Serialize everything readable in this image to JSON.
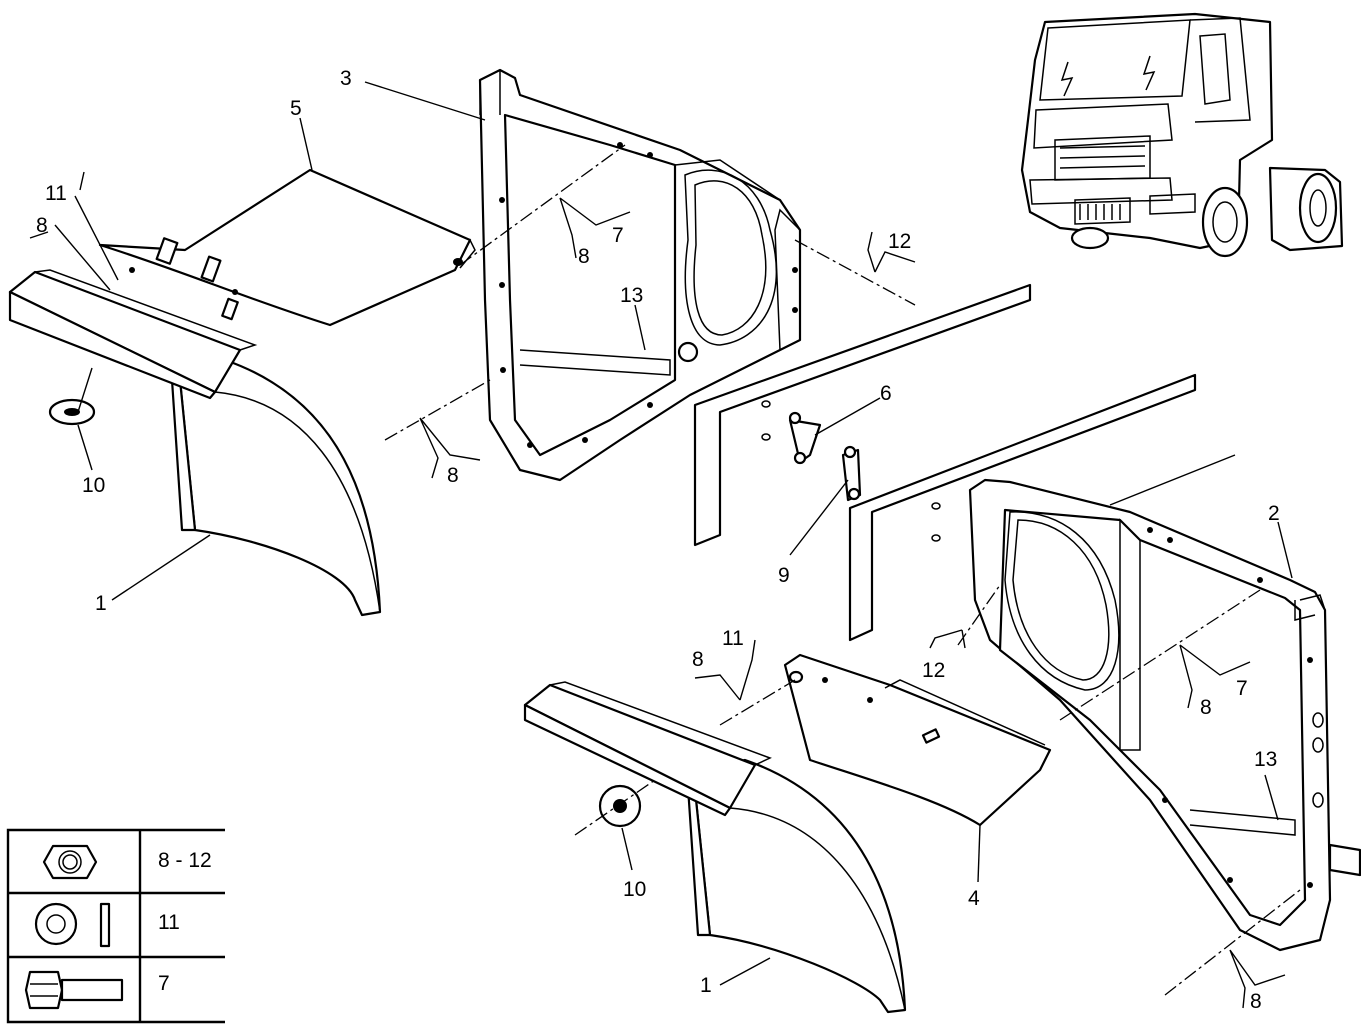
{
  "callouts": [
    {
      "id": "c1a",
      "text": "1"
    },
    {
      "id": "c1b",
      "text": "1"
    },
    {
      "id": "c2",
      "text": "2"
    },
    {
      "id": "c3",
      "text": "3"
    },
    {
      "id": "c4",
      "text": "4"
    },
    {
      "id": "c5",
      "text": "5"
    },
    {
      "id": "c6",
      "text": "6"
    },
    {
      "id": "c7a",
      "text": "7"
    },
    {
      "id": "c7b",
      "text": "7"
    },
    {
      "id": "c8a",
      "text": "8"
    },
    {
      "id": "c8b",
      "text": "8"
    },
    {
      "id": "c8c",
      "text": "8"
    },
    {
      "id": "c8d",
      "text": "8"
    },
    {
      "id": "c8e",
      "text": "8"
    },
    {
      "id": "c8f",
      "text": "8"
    },
    {
      "id": "c9",
      "text": "9"
    },
    {
      "id": "c10a",
      "text": "10"
    },
    {
      "id": "c10b",
      "text": "10"
    },
    {
      "id": "c11a",
      "text": "11"
    },
    {
      "id": "c11b",
      "text": "11"
    },
    {
      "id": "c12a",
      "text": "12"
    },
    {
      "id": "c12b",
      "text": "12"
    },
    {
      "id": "c13a",
      "text": "13"
    },
    {
      "id": "c13b",
      "text": "13"
    }
  ],
  "legend": [
    {
      "icon": "hex-nut-icon",
      "label": "8 - 12"
    },
    {
      "icon": "washer-icon",
      "label": "11"
    },
    {
      "icon": "bolt-icon",
      "label": "7"
    }
  ]
}
